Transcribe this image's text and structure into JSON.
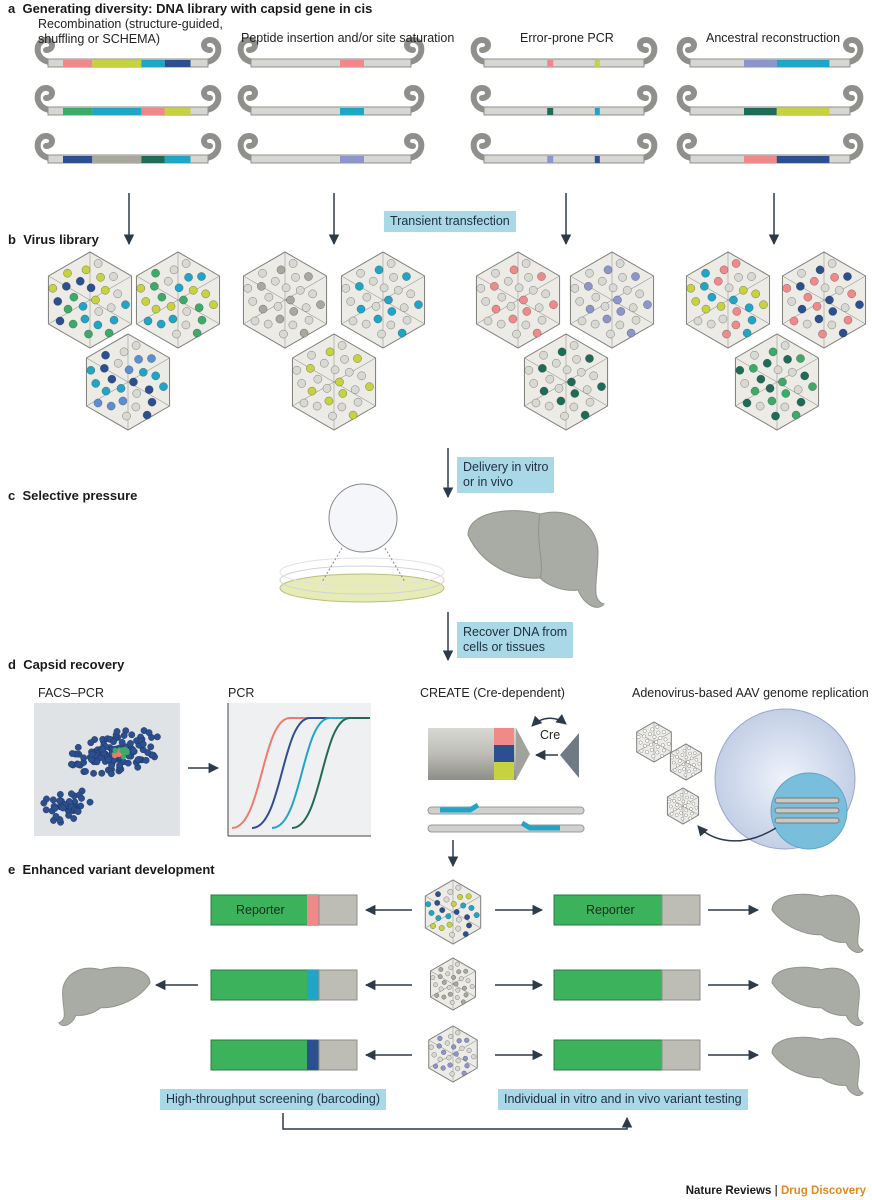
{
  "colors": {
    "pink": "#f08a8a",
    "lime": "#c6d23f",
    "teal": "#21a5c7",
    "navy": "#2c4f8f",
    "green": "#3eaa6a",
    "gray": "#a8a89f",
    "darkgreen": "#1f6b57",
    "lavender": "#8c95cc",
    "blue": "#5d8fd0",
    "box": "#a9d8e6",
    "brain": "#a9aca4",
    "reporter": "#3db25c",
    "orange": "#e08a1e"
  },
  "sections": {
    "a": {
      "letter": "a",
      "title": "Generating diversity: DNA library with capsid gene in cis",
      "subtitles": [
        "Recombination (structure-guided,",
        "shuffling or SCHEMA)",
        "Peptide insertion and/or site saturation",
        "Error-prone PCR",
        "Ancestral reconstruction"
      ]
    },
    "b": {
      "letter": "b",
      "title": "Virus library",
      "transfection": "Transient transfection"
    },
    "c": {
      "letter": "c",
      "title": "Selective pressure",
      "delivery": [
        "Delivery in vitro",
        "or in vivo"
      ]
    },
    "d": {
      "letter": "d",
      "title": "Capsid recovery",
      "recover": [
        "Recover DNA from",
        "cells or tissues"
      ],
      "methods": [
        "FACS–PCR",
        "PCR",
        "CREATE (Cre-dependent)",
        "Adenovirus-based AAV genome replication"
      ],
      "cre": "Cre"
    },
    "e": {
      "letter": "e",
      "title": "Enhanced variant development",
      "reporter": "Reporter",
      "screening": "High-throughput screening (barcoding)",
      "testing": "Individual in vitro and in vivo variant testing"
    }
  },
  "credit": {
    "journal": "Nature Reviews",
    "separator": " | ",
    "section": "Drug Discovery"
  },
  "icons": [
    "plasmid-icon",
    "capsid-icon",
    "brain-icon",
    "petri-dish-icon",
    "cell-icon",
    "arrow-icon"
  ],
  "plasmids": [
    [
      [
        "pink",
        "lime",
        "teal",
        "navy"
      ],
      [
        "green",
        "teal",
        "pink",
        "lime"
      ],
      [
        "navy",
        "gray",
        "darkgreen",
        "teal"
      ]
    ],
    [
      [
        "pink"
      ],
      [
        "teal"
      ],
      [
        "lavender"
      ]
    ],
    [
      [
        "pink-thin",
        "lime-thin"
      ],
      [
        "darkgreen-thin",
        "teal-thin"
      ],
      [
        "lavender-thin",
        "navy-thin"
      ]
    ],
    [
      [
        "lavender",
        "teal"
      ],
      [
        "darkgreen",
        "lime"
      ],
      [
        "pink",
        "navy"
      ]
    ]
  ]
}
